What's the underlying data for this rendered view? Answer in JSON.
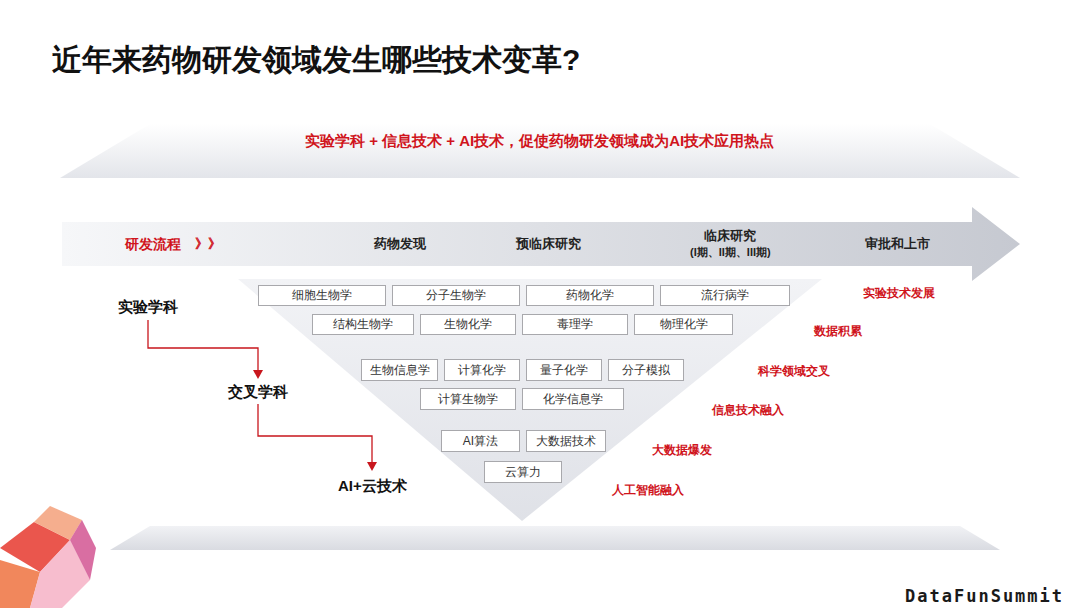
{
  "diagram": {
    "title": "近年来药物研发领域发生哪些技术变革?",
    "nodes": [
      {
        "text": [
          "细胞生物学"
        ]
      },
      {
        "text": [
          "分子生物学"
        ]
      },
      {
        "text": [
          "药物化学"
        ]
      },
      {
        "text": [
          "流行病学"
        ]
      },
      {
        "text": [
          "结构生物学"
        ]
      },
      {
        "text": [
          "生物化学"
        ]
      },
      {
        "text": [
          "毒理学"
        ]
      },
      {
        "text": [
          "物理化学"
        ]
      },
      {
        "text": [
          "生物信息学"
        ]
      },
      {
        "text": [
          "计算化学"
        ]
      },
      {
        "text": [
          "量子化学"
        ]
      },
      {
        "text": [
          "分子模拟"
        ]
      },
      {
        "text": [
          "计算生物学"
        ]
      },
      {
        "text": [
          "化学信息学"
        ]
      },
      {
        "text": [
          "AI算法"
        ]
      },
      {
        "text": [
          "大数据技术"
        ]
      },
      {
        "text": [
          "云算力"
        ]
      }
    ],
    "labels": [
      "实验学科 + 信息技术 + AI技术，促使药物研发领域成为AI技术应用热点",
      "研发流程",
      "》》",
      "药物发现",
      "预临床研究",
      "临床研究",
      "(I期、II期、III期)",
      "审批和上市",
      "实验学科",
      "交叉学科",
      "AI+云技术",
      "实验技术发展",
      "数据积累",
      "科学领域交叉",
      "信息技术融入",
      "大数据爆发",
      "人工智能融入",
      "DataFunSummit"
    ]
  }
}
